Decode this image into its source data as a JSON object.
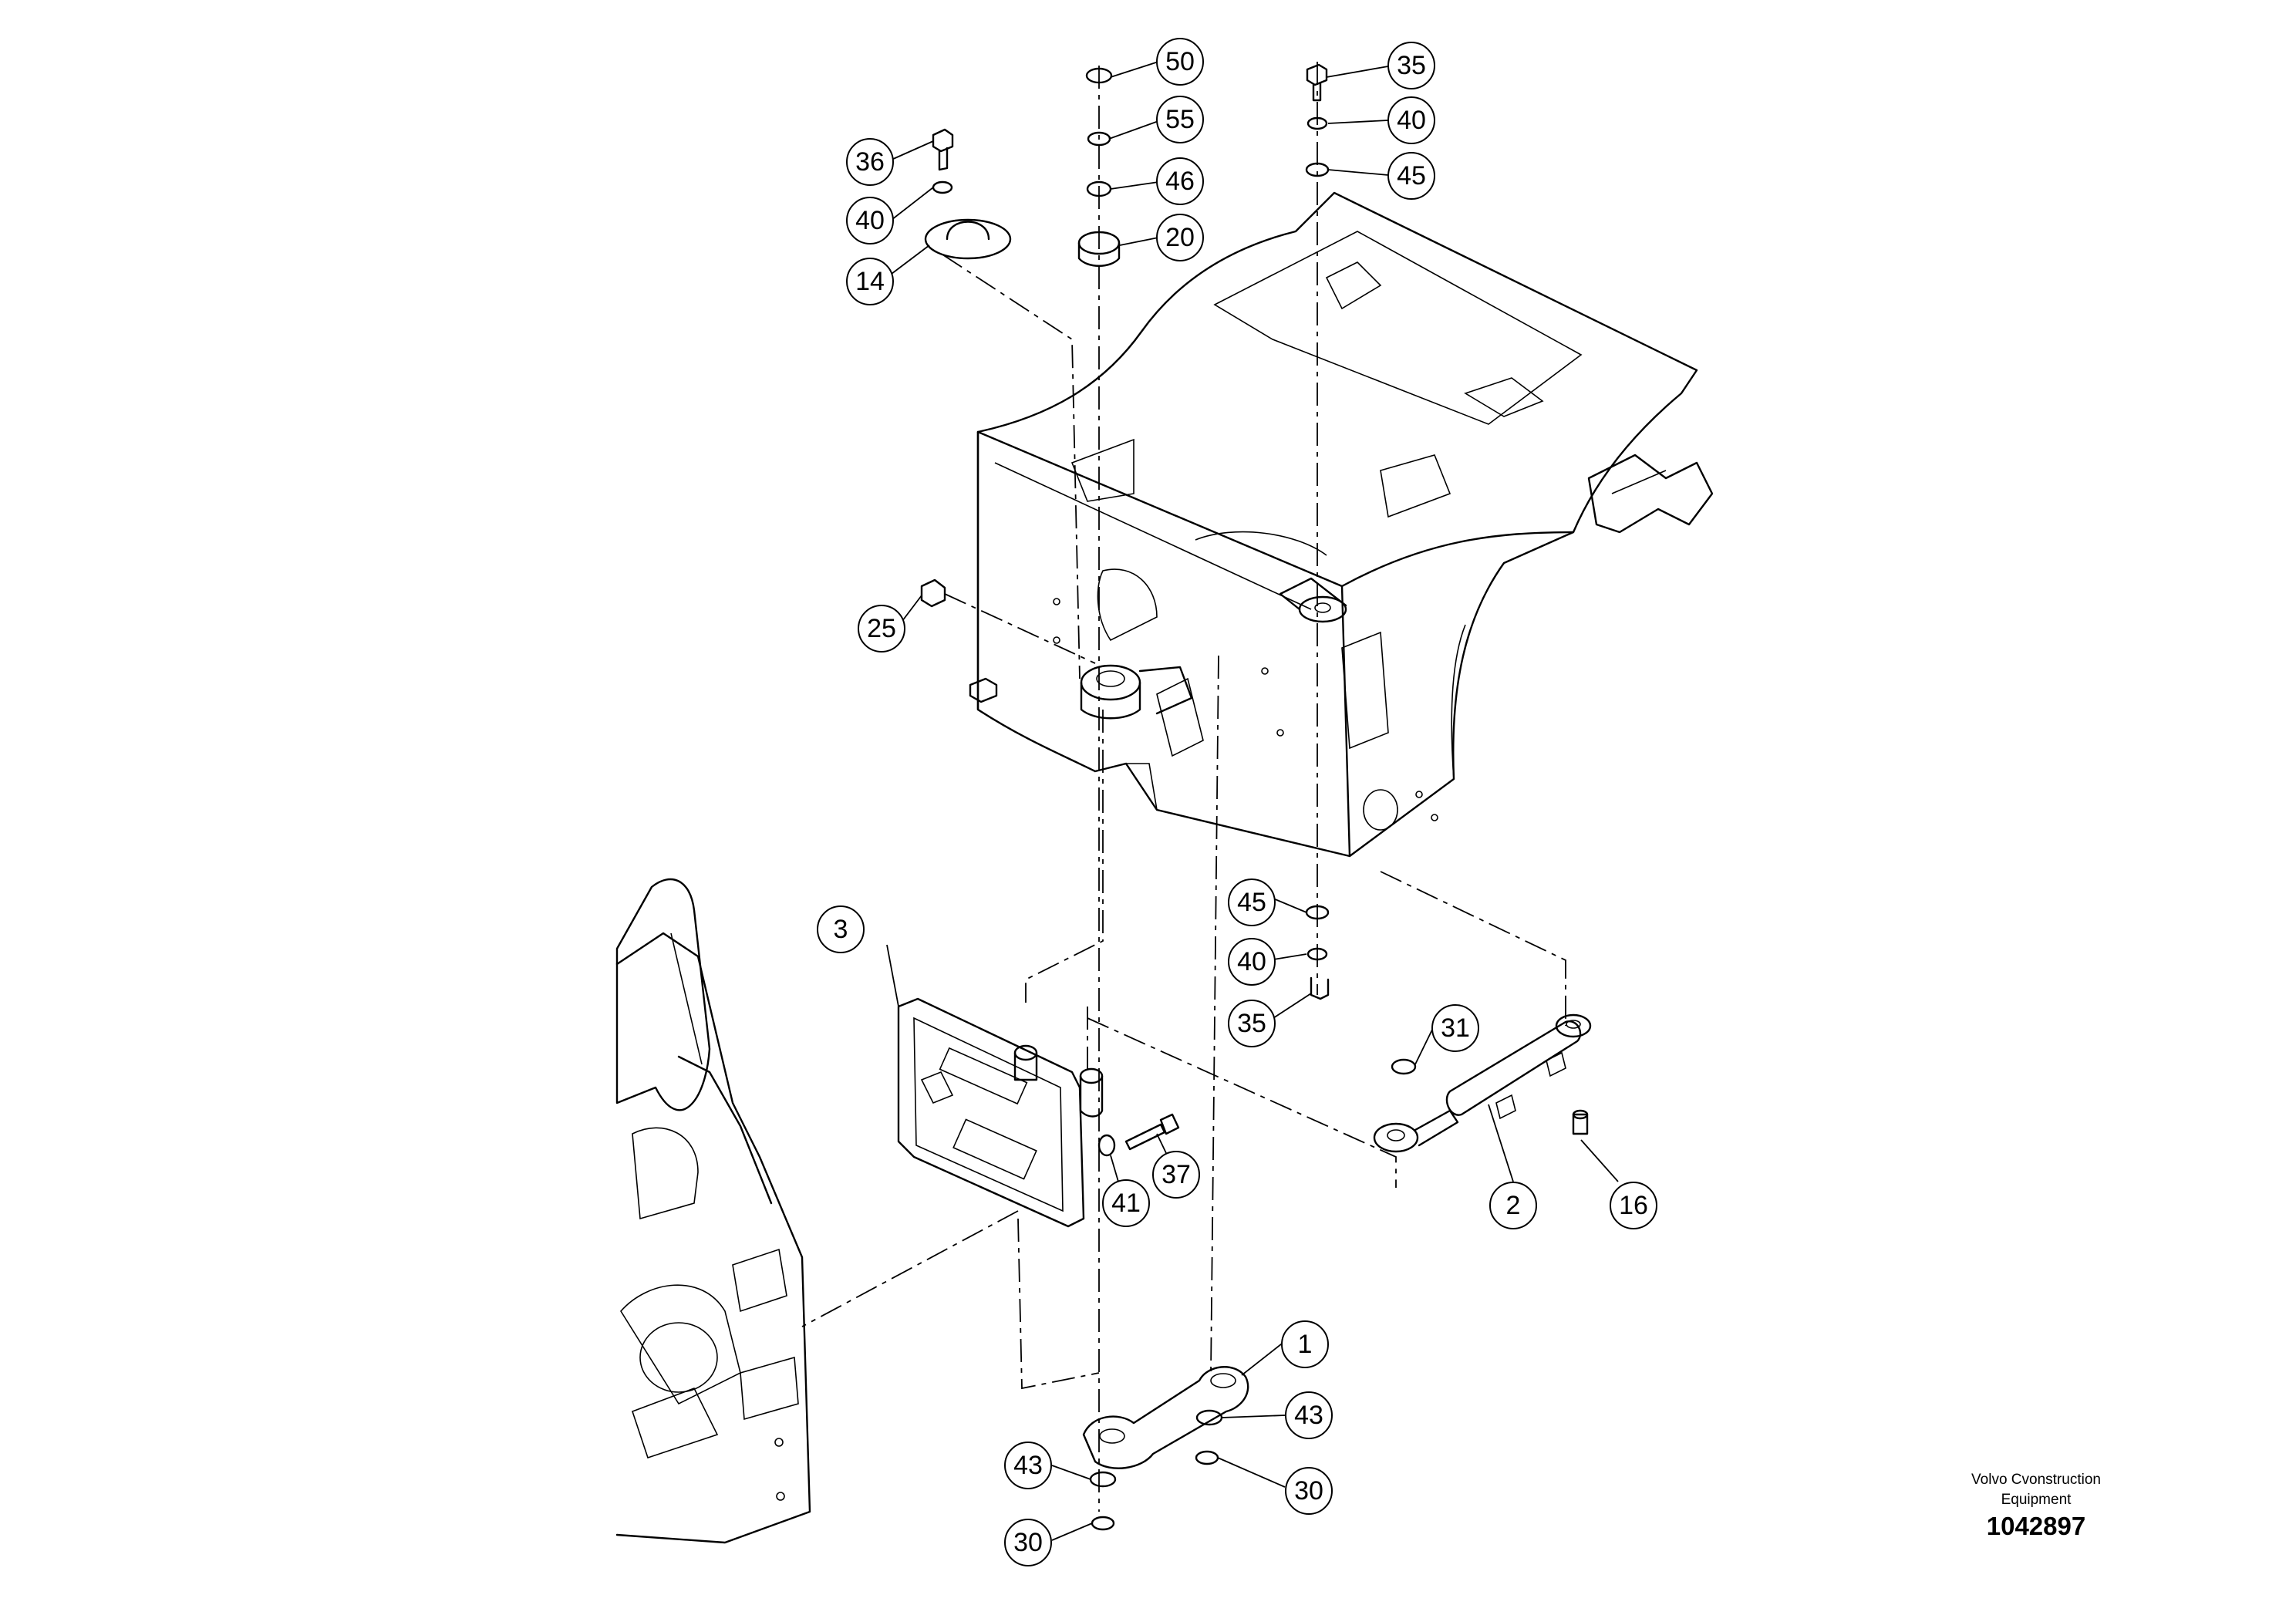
{
  "diagram": {
    "callouts": [
      "50",
      "55",
      "46",
      "20",
      "35",
      "40",
      "45",
      "36",
      "40",
      "14",
      "25",
      "3",
      "45",
      "40",
      "35",
      "31",
      "37",
      "41",
      "2",
      "16",
      "1",
      "43",
      "43",
      "30",
      "30"
    ]
  },
  "footer": {
    "publisher_line1": "Volvo Cvonstruction",
    "publisher_line2": "Equipment",
    "drawing_number": "1042897"
  }
}
